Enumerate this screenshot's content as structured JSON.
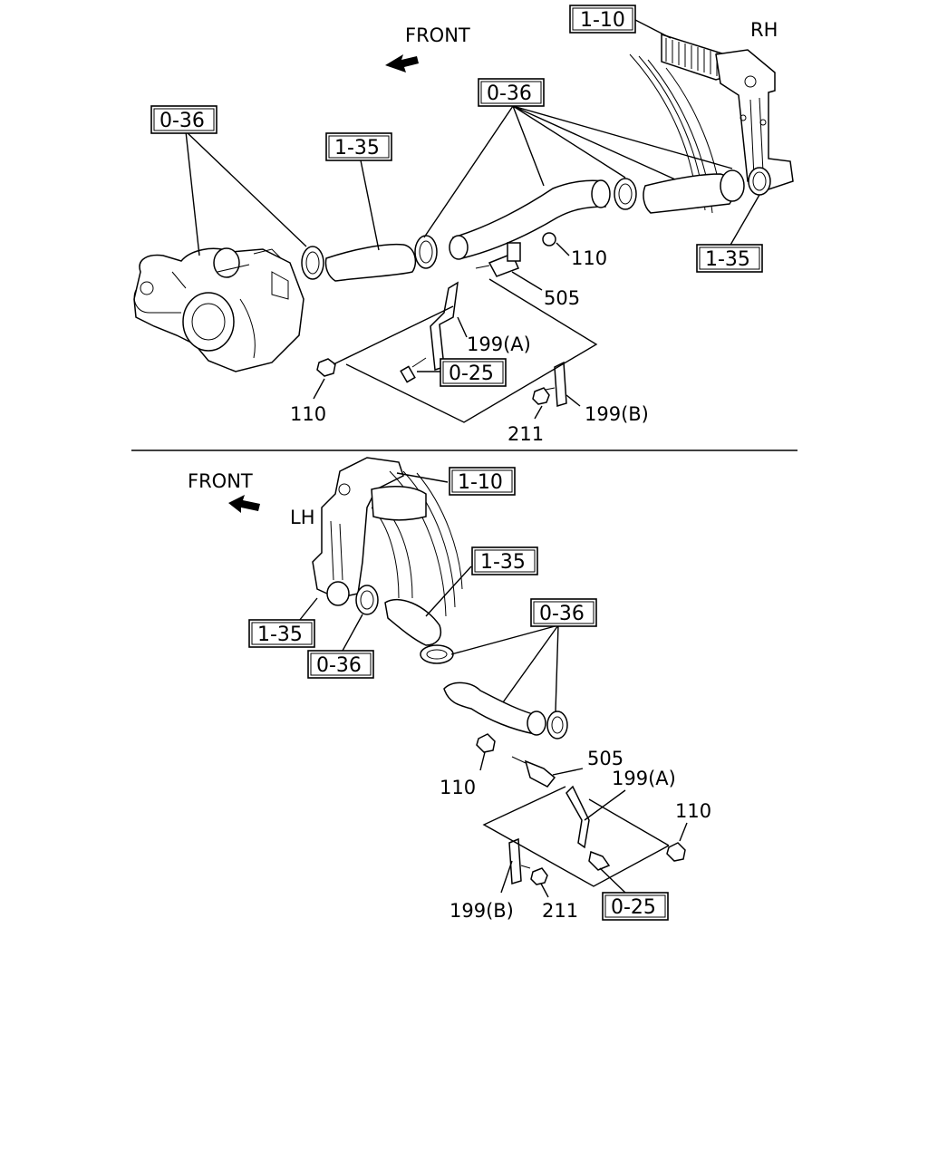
{
  "top_view": {
    "front_label": "FRONT",
    "side_label": "RH",
    "refs": {
      "r110": "1-10",
      "r036_left": "0-36",
      "r036_center": "0-36",
      "r135_left": "1-35",
      "r135_right": "1-35",
      "r025": "0-25"
    },
    "parts": {
      "p110_nut_right": "110",
      "p505": "505",
      "p199a": "199(A)",
      "p110_nut_left": "110",
      "p211": "211",
      "p199b": "199(B)"
    }
  },
  "bottom_view": {
    "front_label": "FRONT",
    "side_label": "LH",
    "refs": {
      "r110": "1-10",
      "r135_top": "1-35",
      "r036_right": "0-36",
      "r135_left": "1-35",
      "r036_left": "0-36",
      "r025": "0-25"
    },
    "parts": {
      "p505": "505",
      "p199a": "199(A)",
      "p110_left": "110",
      "p110_right": "110",
      "p199b": "199(B)",
      "p211": "211"
    }
  }
}
